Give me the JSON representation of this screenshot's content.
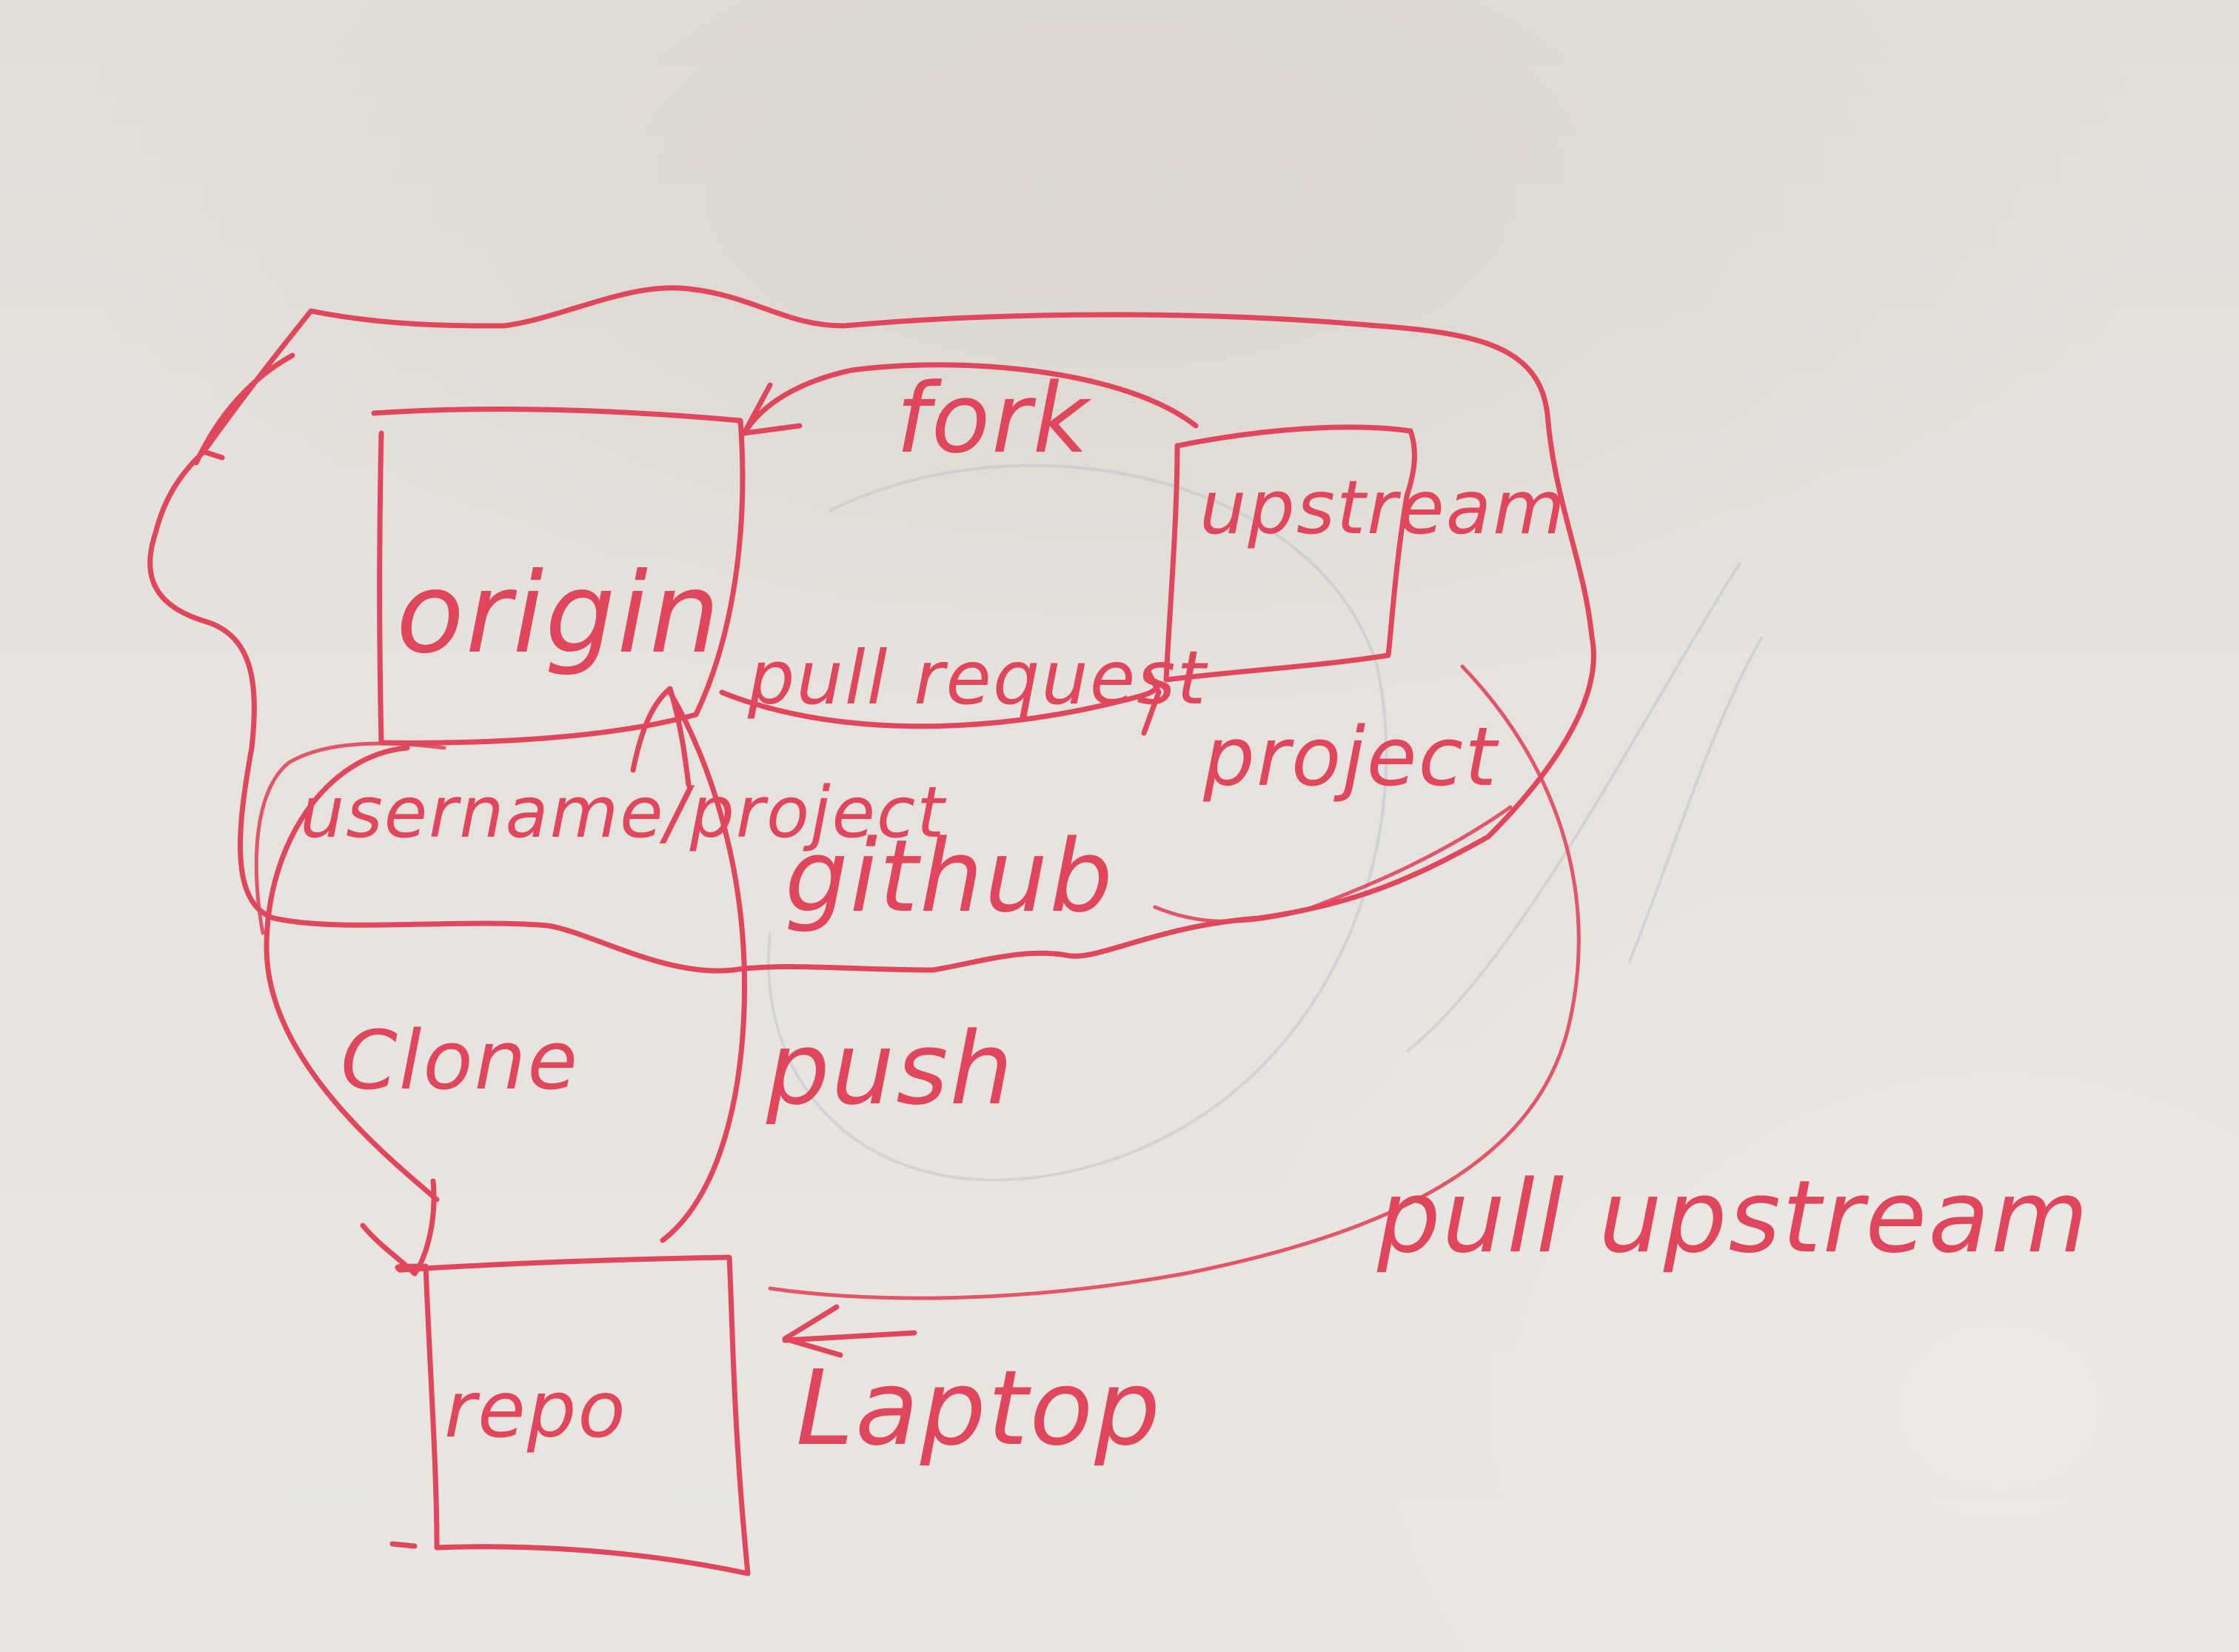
{
  "labels": {
    "origin": "origin",
    "fork": "fork",
    "upstream": "upstream",
    "pull_request": "pull request",
    "project": "project",
    "username_project": "username/project",
    "github": "github",
    "clone": "Clone",
    "push": "push",
    "pull_upstream": "pull upstream",
    "repo": "repo",
    "laptop": "Laptop"
  },
  "ink_color": "#e0465c"
}
